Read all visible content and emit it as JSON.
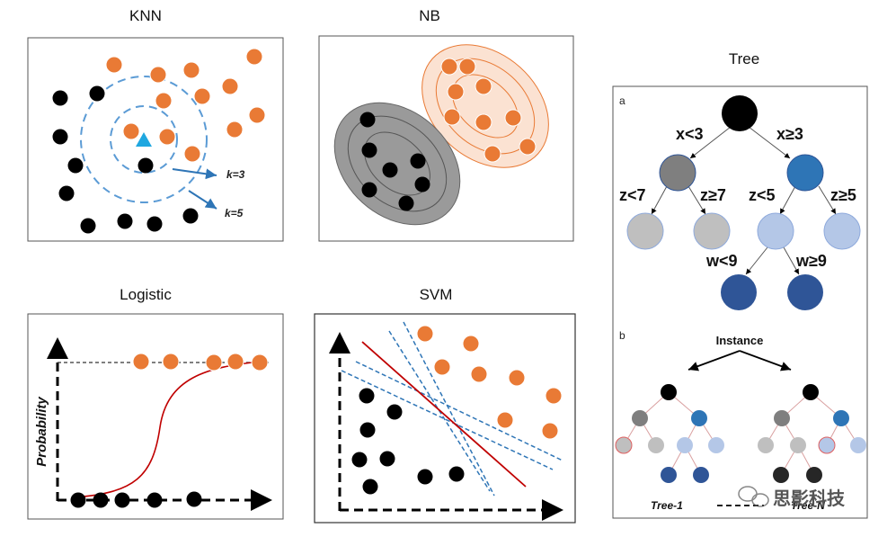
{
  "titles": {
    "knn": "KNN",
    "nb": "NB",
    "tree": "Tree",
    "logistic": "Logistic",
    "svm": "SVM"
  },
  "knn": {
    "k3": "k=3",
    "k5": "k=5"
  },
  "logistic": {
    "ylabel": "Probability"
  },
  "tree": {
    "panel_a": "a",
    "panel_b": "b",
    "root_left": "x<3",
    "root_right": "x≥3",
    "left_left": "z<7",
    "left_right": "z≥7",
    "right_left": "z<5",
    "right_right": "z≥5",
    "rl_left": "w<9",
    "rl_right": "w≥9",
    "instance": "Instance",
    "tree1": "Tree-1",
    "treen": "Tree-N"
  },
  "watermark": "思影科技",
  "colors": {
    "orange": "#E97A35",
    "black": "#000000",
    "blue": "#2E75B6",
    "dark_blue": "#2F5597",
    "light_blue": "#B4C7E7",
    "gray": "#7F7F7F",
    "light_gray": "#BFBFBF",
    "red": "#C00000",
    "dash_blue": "#2E75B6"
  }
}
